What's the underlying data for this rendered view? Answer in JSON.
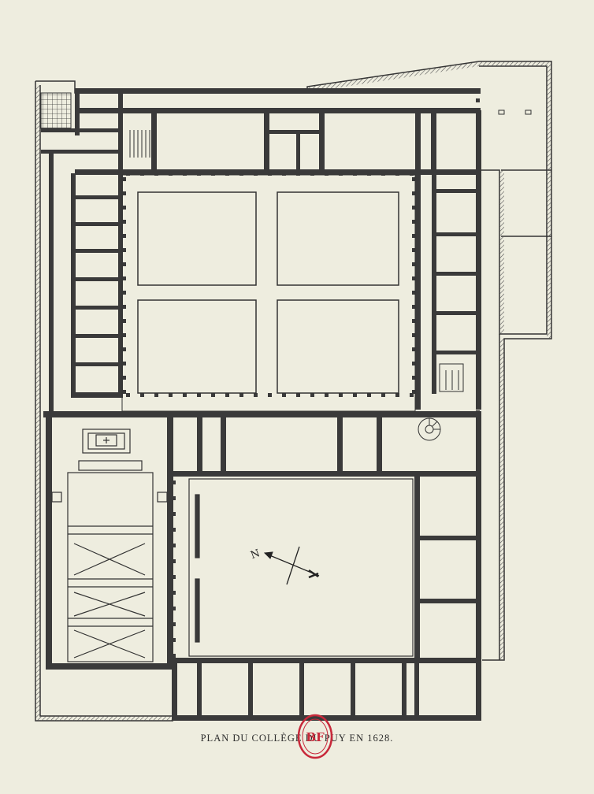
{
  "caption": "PLAN DU COLLÈGE DU PUY EN 1628.",
  "compass": {
    "north_label": "N"
  },
  "stamp": {
    "text": "BF"
  },
  "colors": {
    "paper": "#eeeddf",
    "ink": "#2a2a2a",
    "wall": "#3a3a3a",
    "stamp": "#c8283a"
  }
}
